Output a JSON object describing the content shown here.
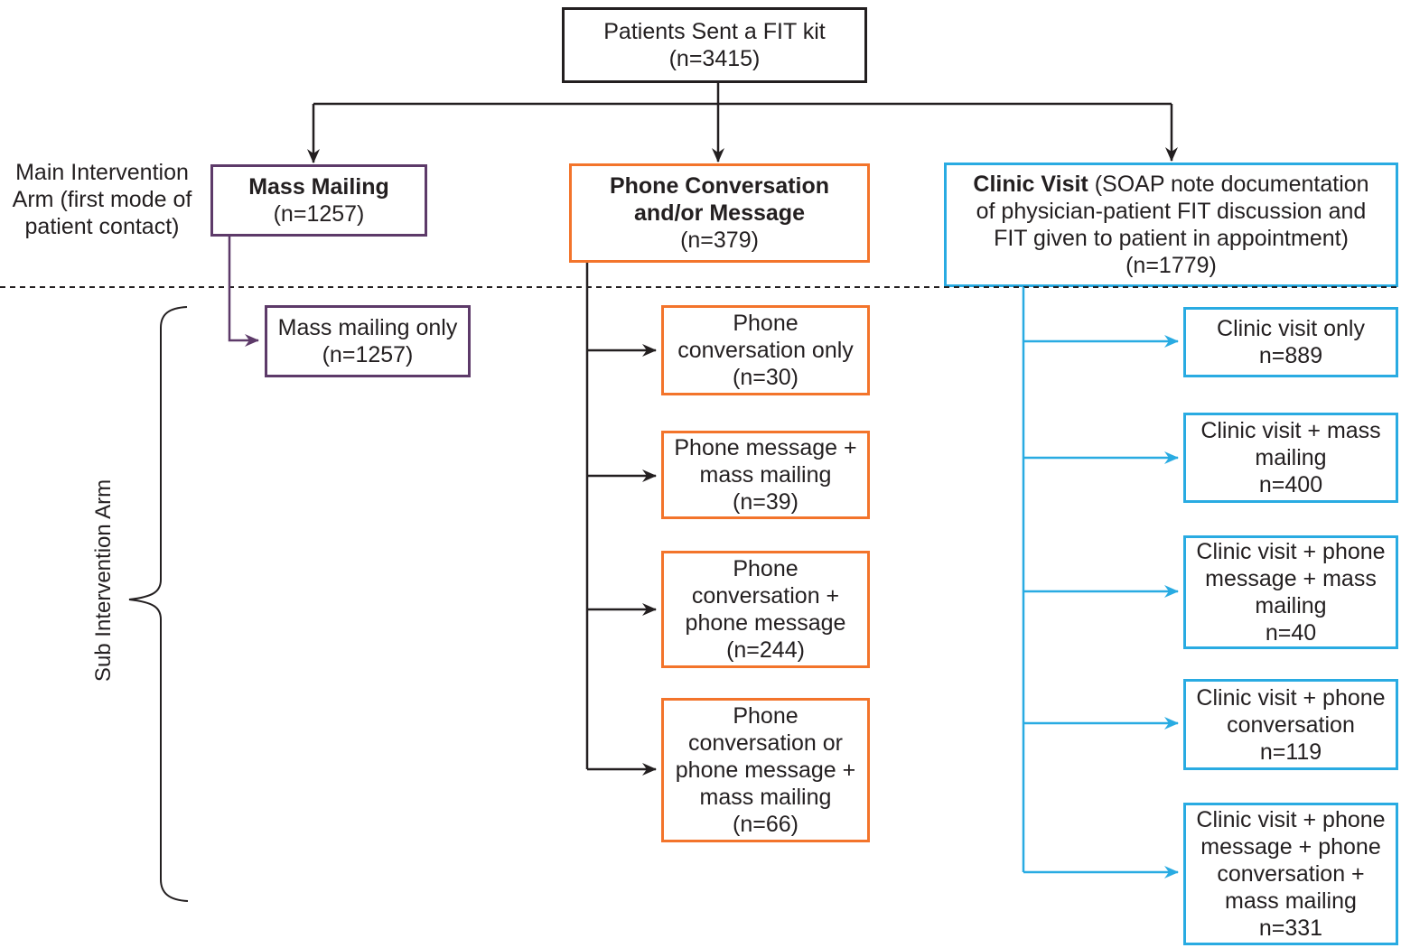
{
  "palette": {
    "purple": "#5D3A69",
    "orange": "#F3742B",
    "blue": "#29ABE2",
    "line": "#231F20"
  },
  "title_box": {
    "text": "Patients Sent a FIT kit\n(n=3415)"
  },
  "side_labels": {
    "main_arm": "Main Intervention\nArm (first mode of\npatient contact)",
    "sub_arm": "Sub Intervention Arm"
  },
  "arms": {
    "mass": {
      "title": "Mass Mailing",
      "count": "(n=1257)",
      "color": "#5D3A69",
      "children": [
        {
          "label": "Mass mailing only\n(n=1257)"
        }
      ]
    },
    "phone": {
      "title": "Phone Conversation\nand/or Message",
      "count": "(n=379)",
      "color": "#F3742B",
      "children": [
        {
          "label": "Phone\nconversation only\n(n=30)"
        },
        {
          "label": "Phone message +\nmass mailing\n(n=39)"
        },
        {
          "label": "Phone\nconversation +\nphone message\n(n=244)"
        },
        {
          "label": "Phone\nconversation or\nphone message +\nmass mailing\n(n=66)"
        }
      ]
    },
    "clinic": {
      "title": "Clinic Visit",
      "title_detail": " (SOAP note documentation\nof physician-patient FIT discussion and\nFIT given to patient in appointment)\n(n=1779)",
      "color": "#29ABE2",
      "children": [
        {
          "label": "Clinic visit only\nn=889"
        },
        {
          "label": "Clinic visit + mass\nmailing\nn=400"
        },
        {
          "label": "Clinic visit + phone\nmessage + mass\nmailing\nn=40"
        },
        {
          "label": "Clinic visit + phone\nconversation\nn=119"
        },
        {
          "label": "Clinic visit + phone\nmessage + phone\nconversation +\nmass mailing\nn=331"
        }
      ]
    }
  }
}
